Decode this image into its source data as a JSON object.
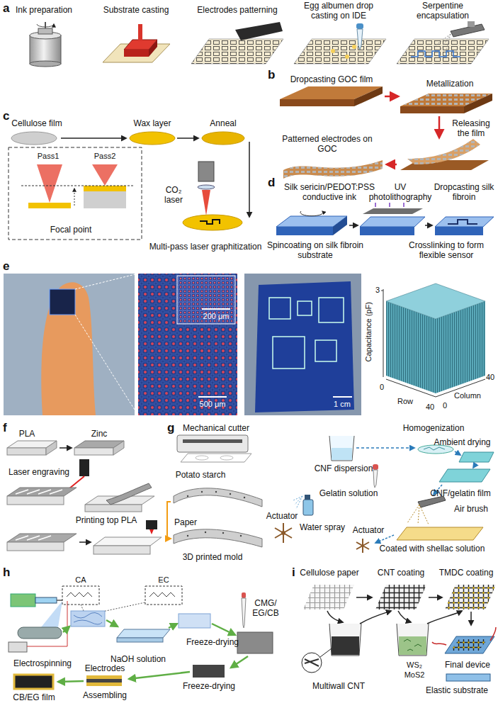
{
  "diagram": {
    "labels": [
      "a",
      "Ink preparation",
      "Substrate casting",
      "Electrodes patterning",
      "Egg albumen drop casting on IDE",
      "Serpentine encapsulation",
      "b",
      "Dropcasting GOC film",
      "Metallization",
      "Releasing the film",
      "Patterned electrodes on GOC",
      "c",
      "Cellulose film",
      "Wax layer",
      "Anneal",
      "Pass1",
      "Pass2",
      "Focal point",
      "CO₂ laser",
      "Multi-pass laser graphitization",
      "d",
      "Silk sericin/PEDOT:PSS conductive ink",
      "UV photolithography",
      "Dropcasting silk fibroin",
      "Spincoating on silk fibroin substrate",
      "Crosslinking to form flexible sensor",
      "e",
      "200 μm",
      "500 μm",
      "1 cm",
      "Capacitance (pF)",
      "3",
      "0",
      "Row",
      "40",
      "0",
      "Column",
      "40",
      "f",
      "PLA",
      "Zinc",
      "Laser engraving",
      "Printing top PLA",
      "g",
      "Mechanical cutter",
      "Potato starch",
      "Paper",
      "Actuator",
      "Water spray",
      "3D printed mold",
      "Homogenization",
      "Ambient drying",
      "CNF dispersion",
      "Gelatin solution",
      "CNF/gelatin film",
      "Air brush",
      "Actuator",
      "Coated with shellac solution",
      "h",
      "CA",
      "EC",
      "Electrospinning",
      "NaOH solution",
      "Freeze-drying",
      "CMG/ EG/CB",
      "Freeze-drying",
      "Electrodes",
      "Assembling",
      "CB/EG film",
      "i",
      "Cellulose paper",
      "CNT coating",
      "TMDC coating",
      "Multiwall CNT",
      "WS₂",
      "MoS2",
      "Final device",
      "Elastic substrate"
    ]
  }
}
